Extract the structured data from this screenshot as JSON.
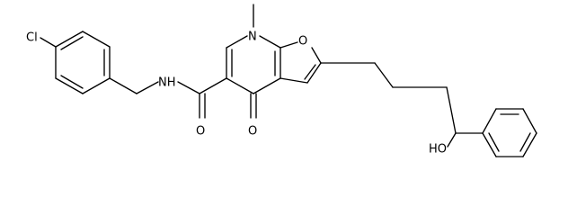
{
  "structure": {
    "atoms": {
      "chlorine": "Cl",
      "amide_n": "NH",
      "amide_o": "O",
      "ring_n": "N",
      "furan_o": "O",
      "ketone_o": "O",
      "hydroxyl": "HO"
    },
    "colors": {
      "bond": "#000000",
      "label": "#000000",
      "background": "#ffffff"
    }
  }
}
